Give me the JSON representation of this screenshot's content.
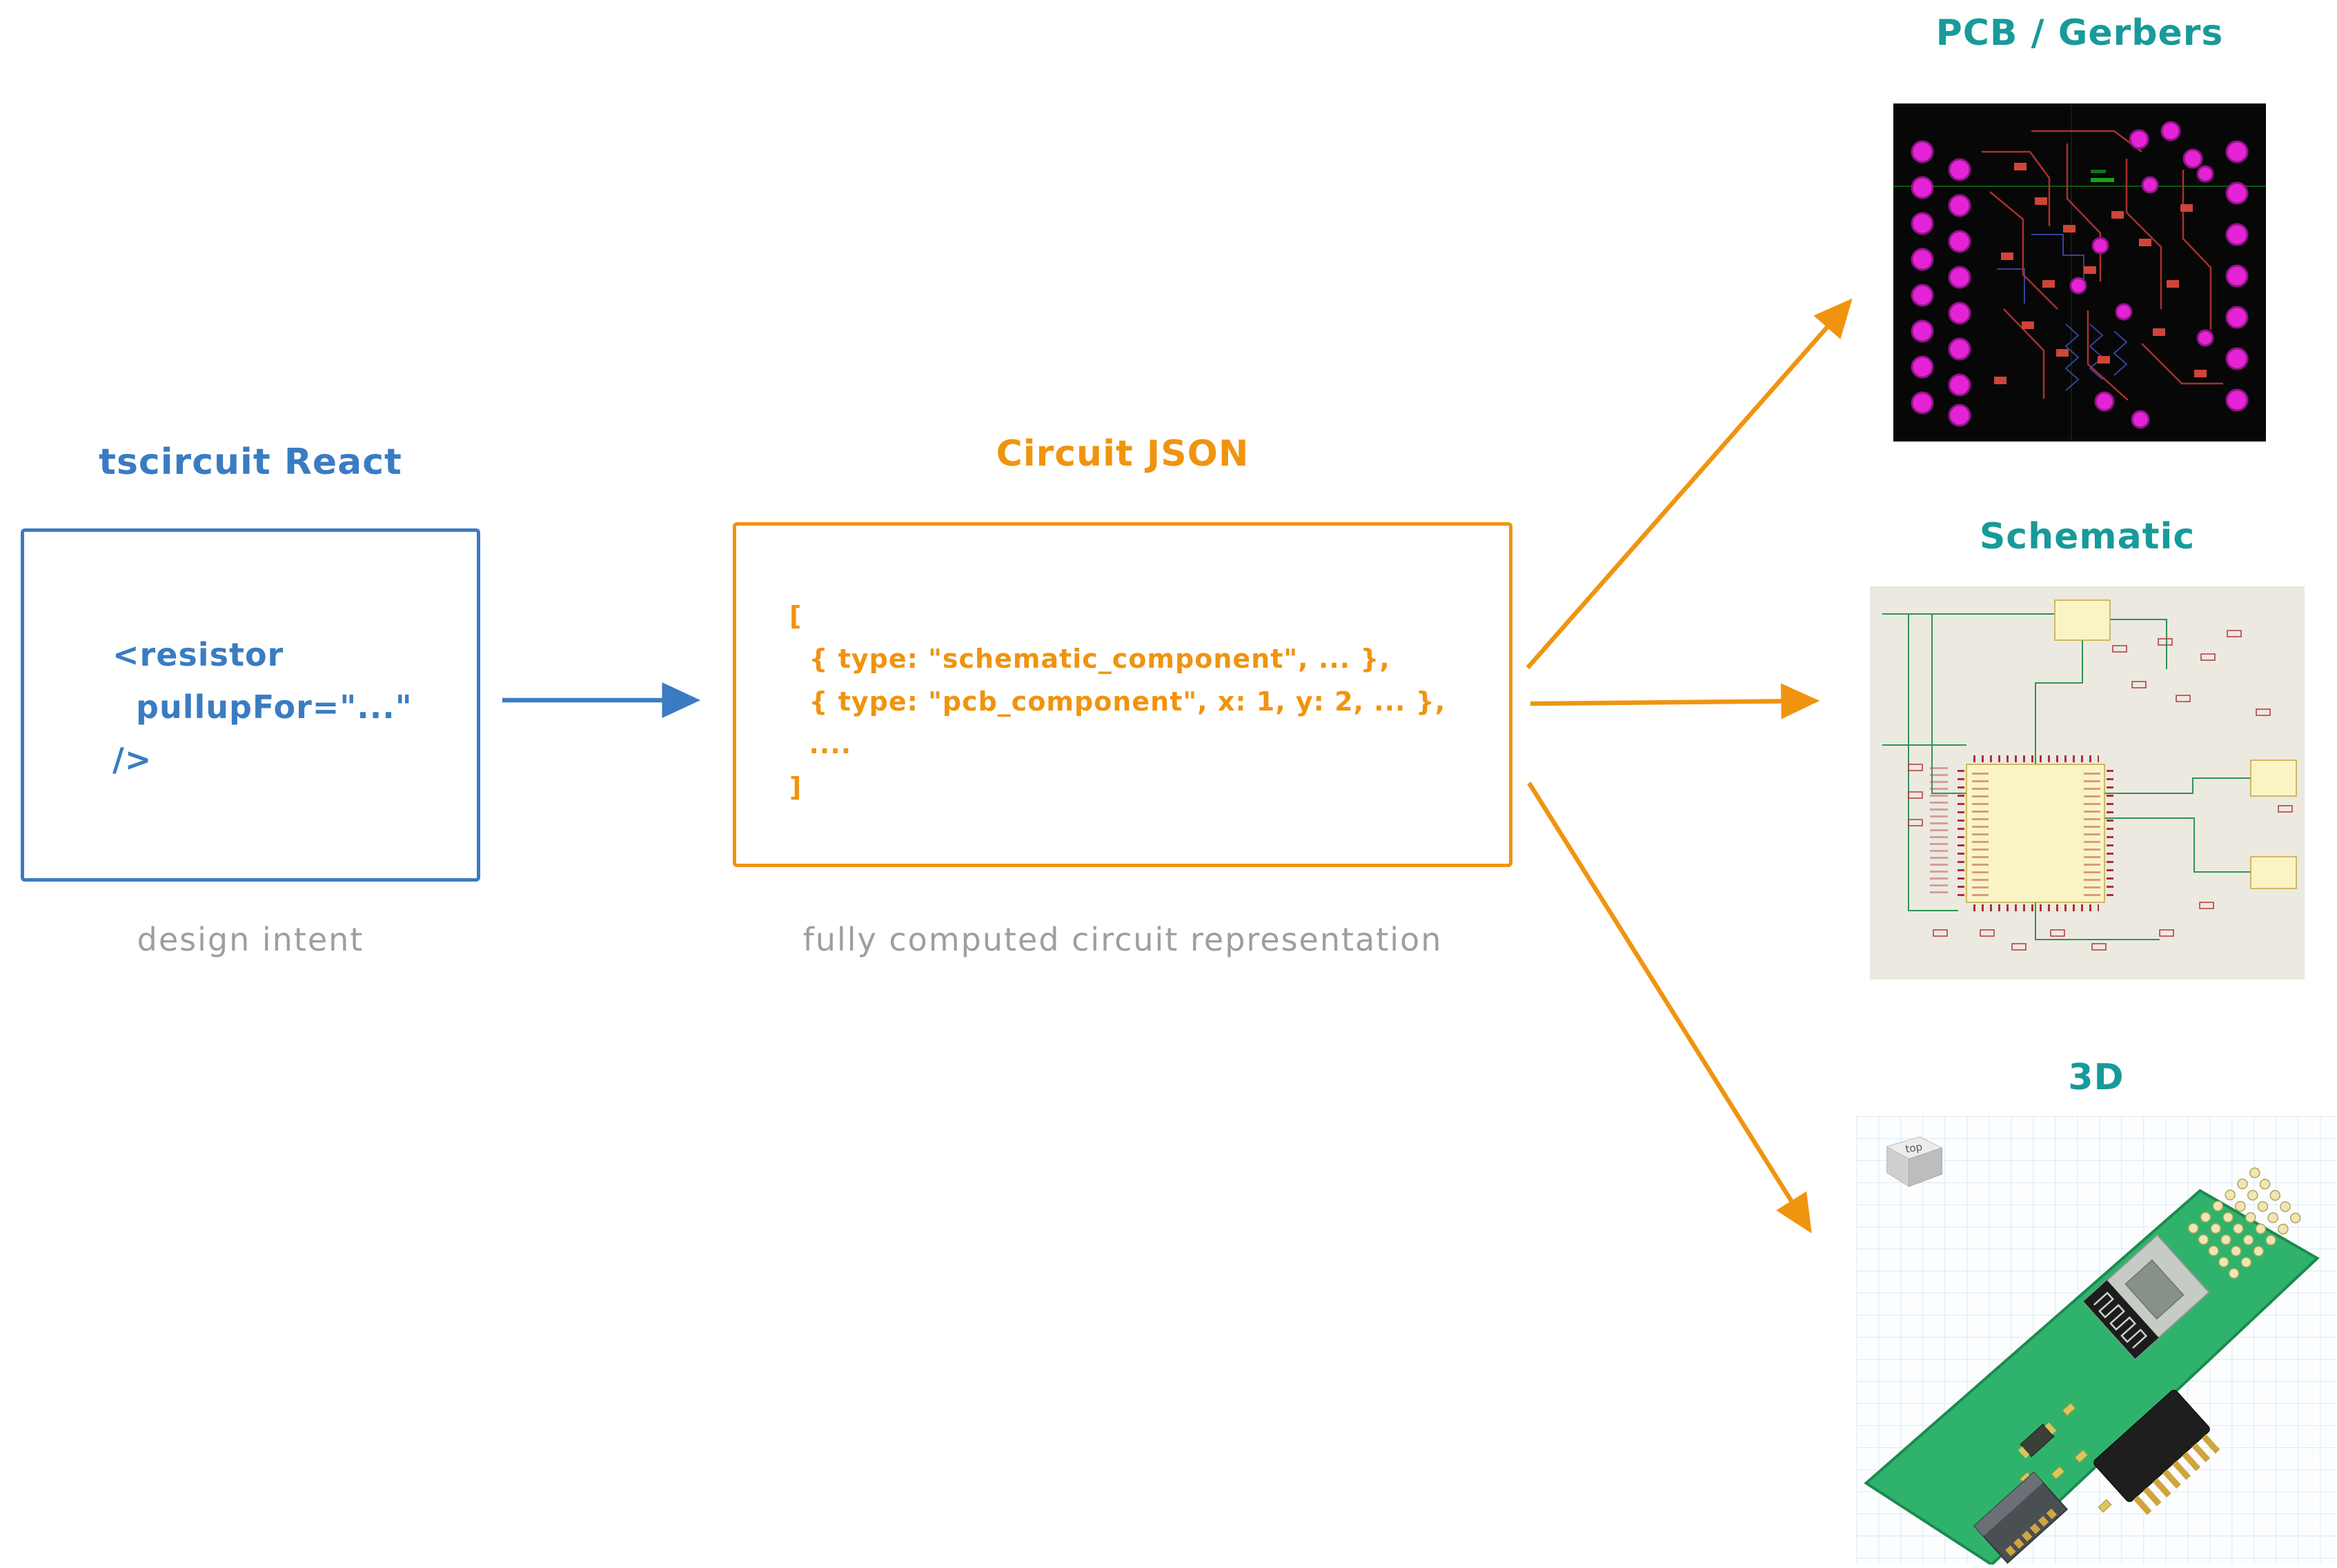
{
  "colors": {
    "blue": "#3a7cc2",
    "orange": "#f0940f",
    "teal": "#189a9a",
    "caption_gray": "#9e9e9e"
  },
  "react_section": {
    "title": "tscircuit React",
    "code_lines": [
      "<resistor",
      "  pullupFor=\"...\"",
      "/>"
    ],
    "caption": "design intent"
  },
  "json_section": {
    "title": "Circuit JSON",
    "code_lines": [
      "[",
      "  { type: \"schematic_component\", ... },",
      "  { type: \"pcb_component\", x: 1, y: 2, ... },",
      "  ....",
      "]"
    ],
    "caption": "fully computed circuit representation"
  },
  "outputs": {
    "pcb": {
      "label": "PCB / Gerbers"
    },
    "schematic": {
      "label": "Schematic"
    },
    "three_d": {
      "label": "3D",
      "cube_label": "top"
    }
  }
}
